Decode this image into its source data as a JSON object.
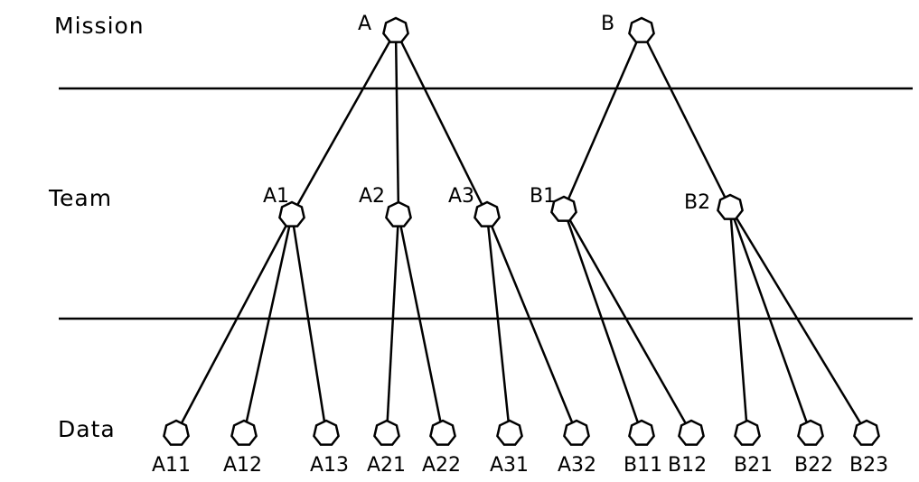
{
  "levels": {
    "mission": "Mission",
    "team": "Team",
    "data": "Data"
  },
  "nodes": {
    "A": "A",
    "B": "B",
    "A1": "A1",
    "A2": "A2",
    "A3": "A3",
    "B1": "B1",
    "B2": "B2",
    "A11": "A11",
    "A12": "A12",
    "A13": "A13",
    "A21": "A21",
    "A22": "A22",
    "A31": "A31",
    "A32": "A32",
    "B11": "B11",
    "B12": "B12",
    "B21": "B21",
    "B22": "B22",
    "B23": "B23"
  },
  "edges": [
    [
      "A",
      "A1"
    ],
    [
      "A",
      "A2"
    ],
    [
      "A",
      "A3"
    ],
    [
      "B",
      "B1"
    ],
    [
      "B",
      "B2"
    ],
    [
      "A1",
      "A11"
    ],
    [
      "A1",
      "A12"
    ],
    [
      "A1",
      "A13"
    ],
    [
      "A2",
      "A21"
    ],
    [
      "A2",
      "A22"
    ],
    [
      "A3",
      "A31"
    ],
    [
      "A3",
      "A32"
    ],
    [
      "B1",
      "B11"
    ],
    [
      "B1",
      "B12"
    ],
    [
      "B2",
      "B21"
    ],
    [
      "B2",
      "B22"
    ],
    [
      "B2",
      "B23"
    ]
  ]
}
